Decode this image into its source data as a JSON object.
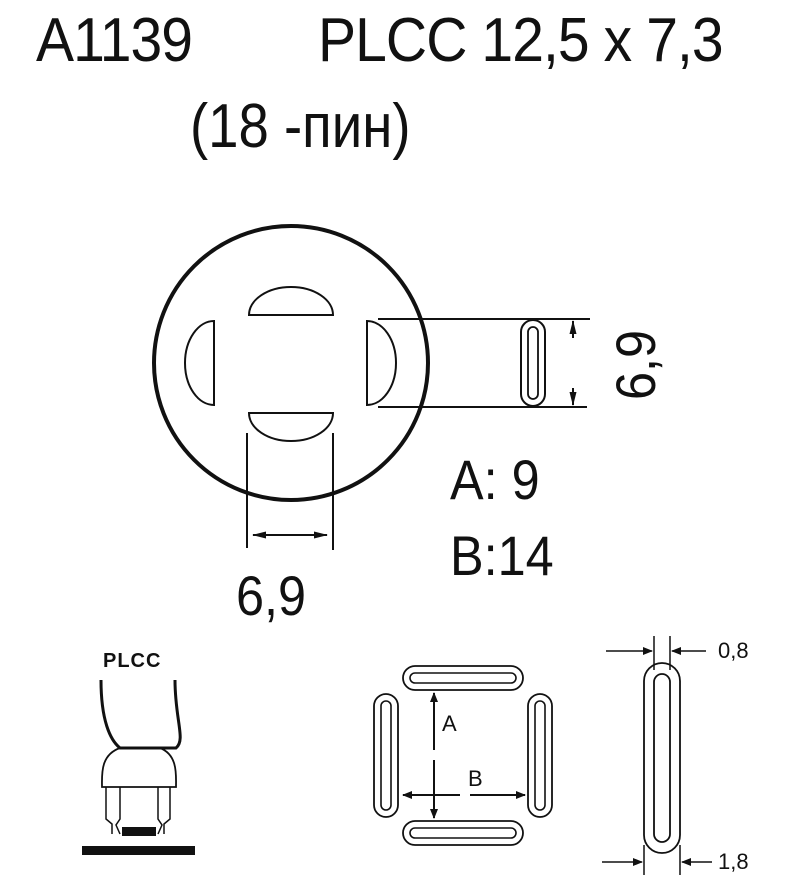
{
  "header": {
    "model": "A1139",
    "package": "PLCC 12,5 x 7,3",
    "pins": "(18 -пин)"
  },
  "nozzle_top_view": {
    "width_dim": "6,9",
    "height_dim": "6,9"
  },
  "spacing": {
    "a_label": "A:  9",
    "b_label": "B:14"
  },
  "side_view": {
    "label": "PLCC"
  },
  "layout_diagram": {
    "a_marker": "A",
    "b_marker": "B"
  },
  "slot_detail": {
    "inner_width": "0,8",
    "outer_width": "1,8"
  },
  "colors": {
    "line": "#111111",
    "background": "#ffffff"
  }
}
